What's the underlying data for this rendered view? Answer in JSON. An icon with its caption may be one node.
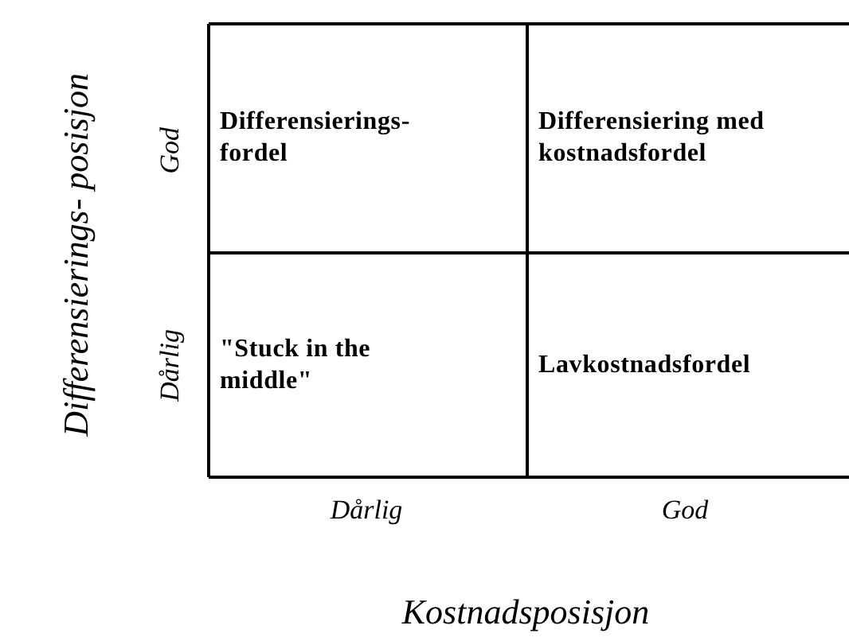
{
  "diagram": {
    "nodes": [
      {
        "text": [
          "Differensierings- fordel"
        ]
      },
      {
        "text": [
          "Differensiering med kostnadsfordel"
        ]
      },
      {
        "text": [
          "\"Stuck in the middle\""
        ]
      },
      {
        "text": [
          "Lavkostnadsfordel"
        ]
      }
    ],
    "edges": [],
    "labels": [
      "Differensierings- posisjon",
      "God",
      "Dårlig",
      "Dårlig",
      "God",
      "Kostnadsposisjon"
    ]
  }
}
